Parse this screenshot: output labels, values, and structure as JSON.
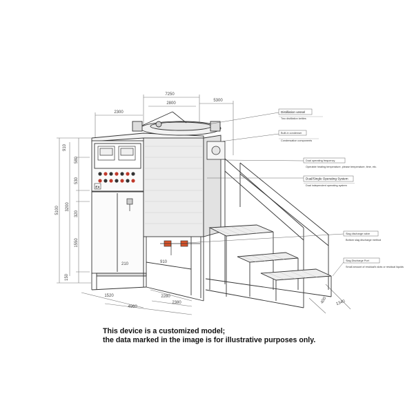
{
  "dimensions": {
    "top_total": "7250",
    "top_mid": "2800",
    "top_left": "2300",
    "top_right": "5300",
    "left_total": "5100",
    "left_body": "3200",
    "left_seg_1": "910",
    "left_seg_2": "580",
    "left_seg_3": "530",
    "left_seg_4": "320",
    "left_seg_5": "1550",
    "left_seg_6": "150",
    "inner_210": "210",
    "inner_910": "910",
    "bottom_1520": "1520",
    "bottom_2280": "2280",
    "bottom_4960": "4960",
    "bottom_2380": "2380",
    "right_400": "400",
    "right_1340": "1340"
  },
  "labels": [
    {
      "title": "Distillation vessel",
      "sub": "Two distillation kettles"
    },
    {
      "title": "Built-in condenser",
      "sub": "Condensation components"
    },
    {
      "title": "Dual operating frequency",
      "sub": "Operable heating temperature, please temperature, time, etc."
    },
    {
      "title": "Dual/Single Operating System",
      "sub": "Dual independent operating system"
    },
    {
      "title": "Slag discharge valve",
      "sub": "Bottom slag discharge method"
    },
    {
      "title": "Slag Discharge Port",
      "sub": "Small amount of residual's slots or residual liquids"
    }
  ],
  "panel_badge": "EX",
  "caption": {
    "line1": "This device is a customized model;",
    "line2": "the data marked in the image is for illustrative purposes only."
  }
}
